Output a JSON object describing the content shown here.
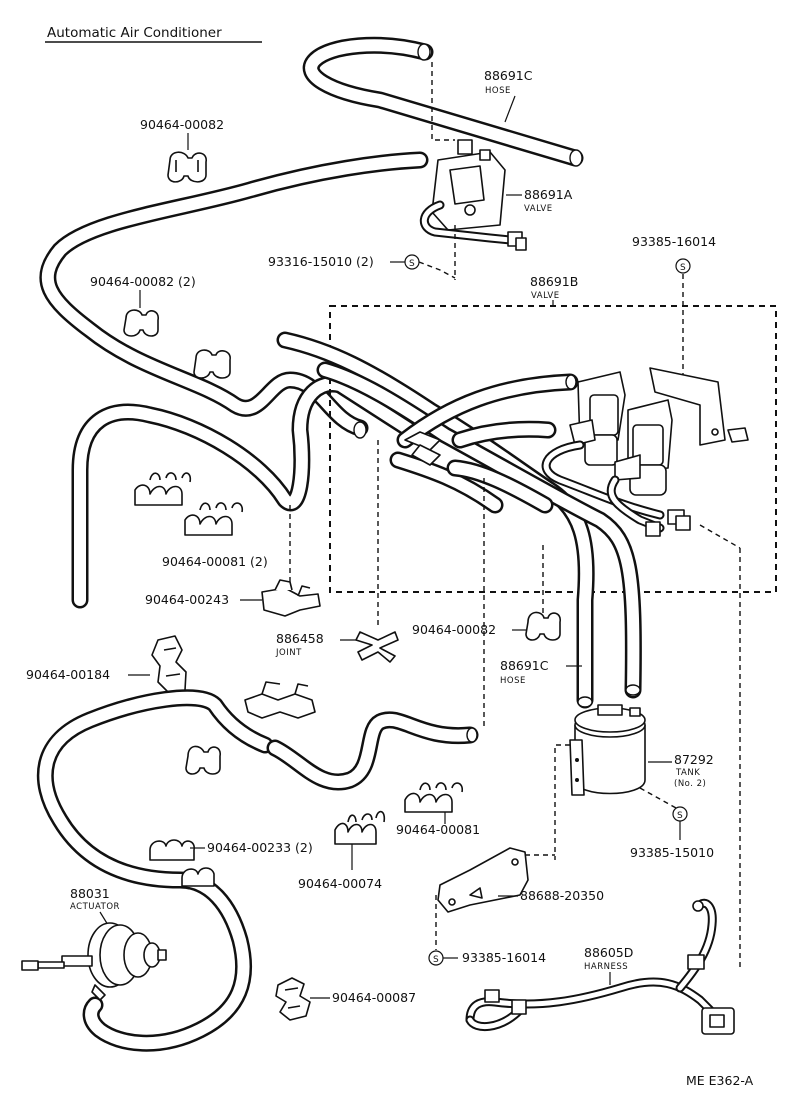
{
  "title": "Automatic Air Conditioner",
  "figure_code": "ME E362-A",
  "parts": {
    "hose_top": {
      "number": "88691C",
      "name": "HOSE"
    },
    "valve_a": {
      "number": "88691A",
      "name": "VALVE"
    },
    "valve_b": {
      "number": "88691B",
      "name": "VALVE"
    },
    "hose_mid": {
      "number": "88691C",
      "name": "HOSE"
    },
    "joint": {
      "number": "886458",
      "name": "JOINT"
    },
    "tank": {
      "number": "87292",
      "name": "TANK",
      "qualifier": "(No. 2)"
    },
    "actuator": {
      "number": "88031",
      "name": "ACTUATOR"
    },
    "harness": {
      "number": "88605D",
      "name": "HARNESS"
    },
    "bracket": {
      "number": "88688-20350"
    }
  },
  "callouts": {
    "clip_top": "90464-00082",
    "clip_top2": "90464-00082 (2)",
    "screw_valve_a": "93316-15010 (2)",
    "screw_valve_b": "93385-16014",
    "clip_81_2": "90464-00081 (2)",
    "clip_243": "90464-00243",
    "clip_82_mid": "90464-00082",
    "clip_184": "90464-00184",
    "clip_233": "90464-00233 (2)",
    "clip_74": "90464-00074",
    "clip_81": "90464-00081",
    "screw_tank": "93385-15010",
    "screw_bracket": "93385-16014",
    "clip_87": "90464-00087"
  },
  "symbols": {
    "screw_marker": "S"
  }
}
